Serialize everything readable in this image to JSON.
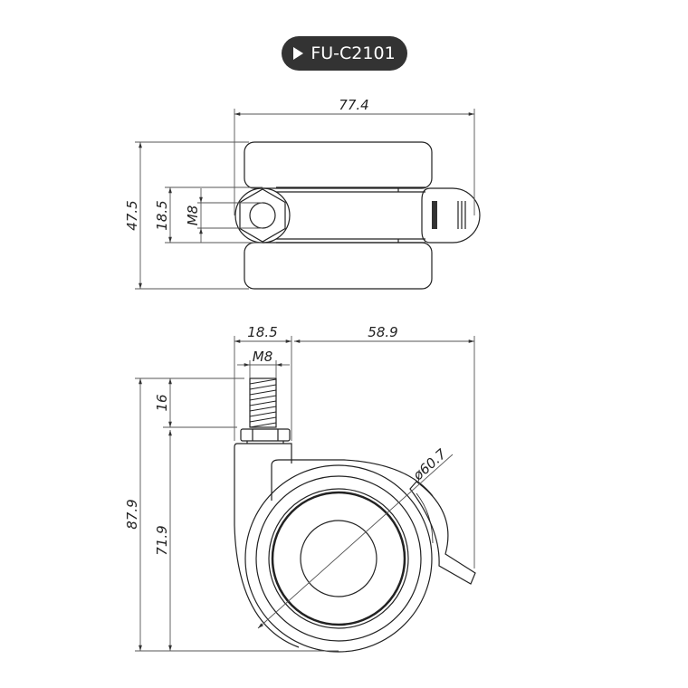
{
  "title": {
    "model": "FU-C2101",
    "icon": "play-triangle-icon"
  },
  "top_view": {
    "dimensions": {
      "overall_width": "77.4",
      "overall_height": "47.5",
      "stem_housing": "18.5",
      "thread": "M8"
    }
  },
  "side_view": {
    "dimensions": {
      "stem_housing_width": "18.5",
      "offset_width": "58.9",
      "thread": "M8",
      "thread_length": "16",
      "overall_height": "87.9",
      "height_without_thread": "71.9",
      "wheel_diameter": "ø60.7"
    }
  },
  "colors": {
    "badge_background": "#333333",
    "badge_text": "#ffffff",
    "line": "#222222",
    "dimension_line": "#555555"
  }
}
